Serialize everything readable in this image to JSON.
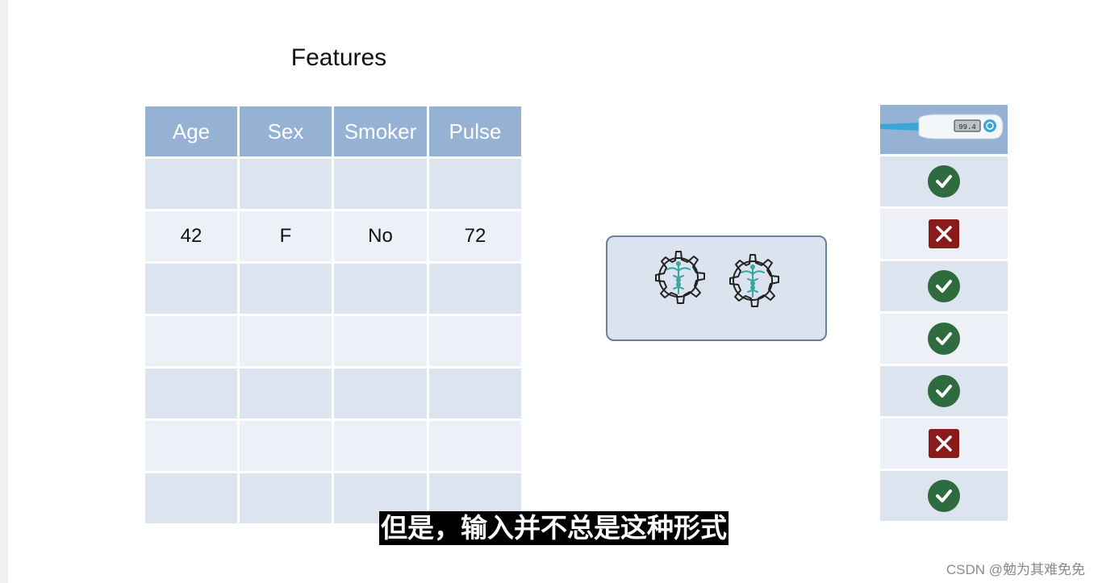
{
  "features_title": "Features",
  "table": {
    "headers": [
      "Age",
      "Sex",
      "Smoker",
      "Pulse"
    ],
    "rows": [
      [
        "",
        "",
        "",
        ""
      ],
      [
        "42",
        "F",
        "No",
        "72"
      ],
      [
        "",
        "",
        "",
        ""
      ],
      [
        "",
        "",
        "",
        ""
      ],
      [
        "",
        "",
        "",
        ""
      ],
      [
        "",
        "",
        "",
        ""
      ],
      [
        "",
        "",
        "",
        ""
      ]
    ]
  },
  "model": {
    "icon": "medical-gears-icon"
  },
  "thermometer": {
    "reading": "99.4",
    "icon": "thermometer-icon"
  },
  "results": [
    "check",
    "cross",
    "check",
    "check",
    "check",
    "cross",
    "check"
  ],
  "colors": {
    "header": "#95b2d4",
    "check": "#2e6b3e",
    "cross": "#8b1a1a"
  },
  "subtitle": "但是，输入并不总是这种形式",
  "watermark": "CSDN @勉为其难免免"
}
